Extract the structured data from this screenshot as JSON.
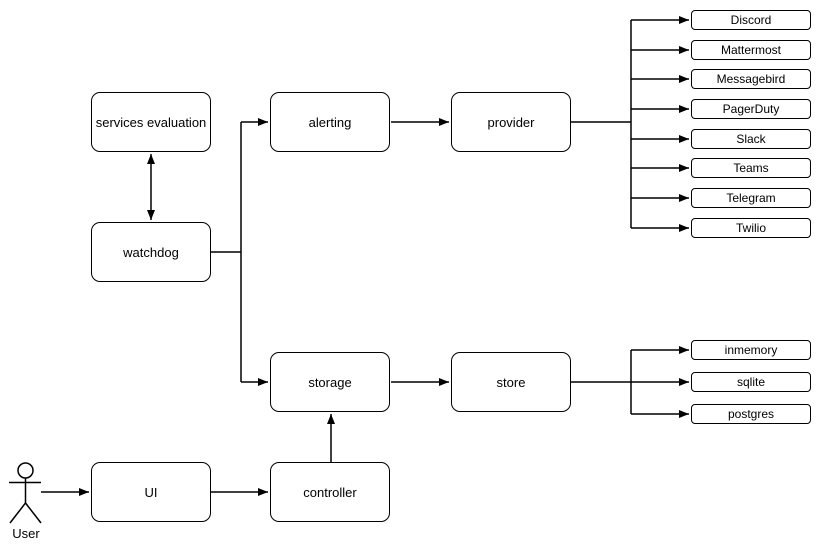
{
  "diagram": {
    "nodes": {
      "services_evaluation": "services evaluation",
      "watchdog": "watchdog",
      "alerting": "alerting",
      "provider": "provider",
      "storage": "storage",
      "store": "store",
      "ui": "UI",
      "controller": "controller"
    },
    "alert_providers": [
      "Discord",
      "Mattermost",
      "Messagebird",
      "PagerDuty",
      "Slack",
      "Teams",
      "Telegram",
      "Twilio"
    ],
    "store_backends": [
      "inmemory",
      "sqlite",
      "postgres"
    ],
    "actor_label": "User",
    "colors": {
      "background": "#ffffff",
      "node_fill": "#ffffff",
      "stroke": "#000000",
      "text": "#000000"
    }
  }
}
